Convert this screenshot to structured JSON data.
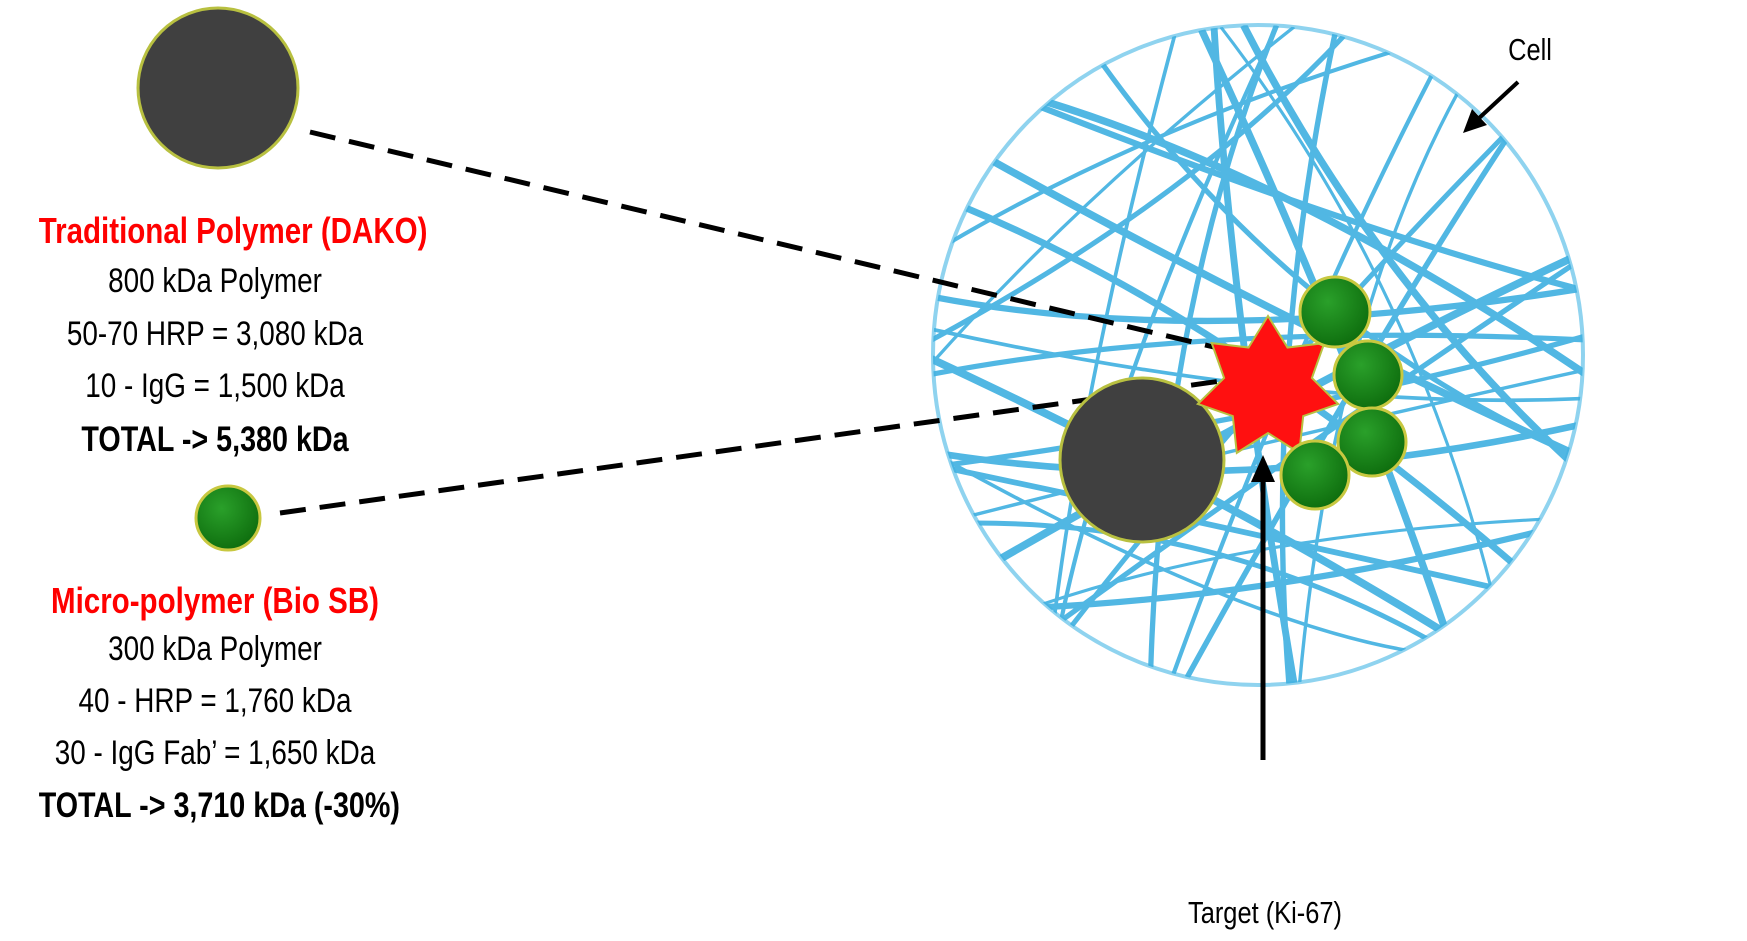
{
  "traditional": {
    "title": "Traditional Polymer (DAKO)",
    "lines": [
      "800 kDa Polymer",
      "50-70 HRP = 3,080 kDa",
      "10 - IgG = 1,500 kDa"
    ],
    "total": "TOTAL -> 5,380 kDa"
  },
  "micro": {
    "title": "Micro-polymer (Bio SB)",
    "lines": [
      "300 kDa Polymer",
      "40 - HRP = 1,760 kDa",
      "30 - IgG Fab’ = 1,650 kDa"
    ],
    "total": "TOTAL -> 3,710 kDa (-30%)"
  },
  "labels": {
    "cell": "Cell",
    "target": "Target (Ki-67)"
  },
  "colors": {
    "polymer_dark": "#404040",
    "micro_green": "#1a8a1a",
    "target_red": "#ff1010",
    "cell_blue": "#3fb0e0",
    "title_red": "#ff0000"
  }
}
